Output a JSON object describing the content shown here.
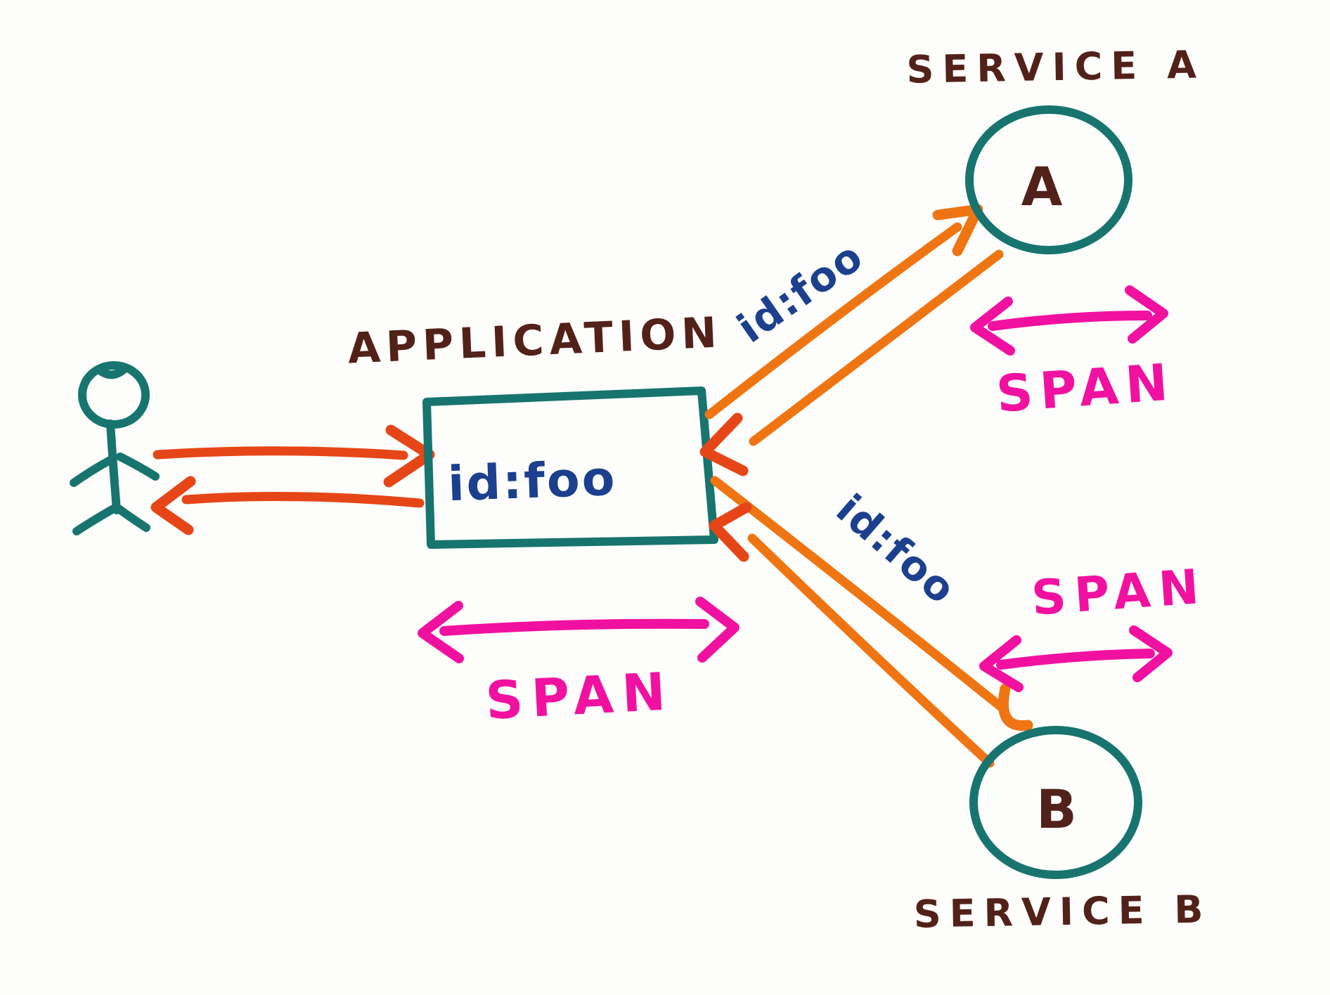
{
  "colors": {
    "background": "#fdfdfb",
    "teal": "#17746e",
    "brown": "#522119",
    "navy": "#1c3f8e",
    "orange": "#ef7512",
    "red_orange": "#e64617",
    "magenta": "#f111a0"
  },
  "user": {
    "icon": "stick-figure"
  },
  "application": {
    "title": "APPLICATION",
    "trace_id": "id:foo",
    "span_label": "SPAN"
  },
  "service_a": {
    "title": "SERVICE A",
    "node_label": "A",
    "trace_id_label": "id:foo",
    "span_label": "SPAN"
  },
  "service_b": {
    "title": "SERVICE B",
    "node_label": "B",
    "trace_id_label": "id:foo",
    "span_label": "SPAN"
  }
}
